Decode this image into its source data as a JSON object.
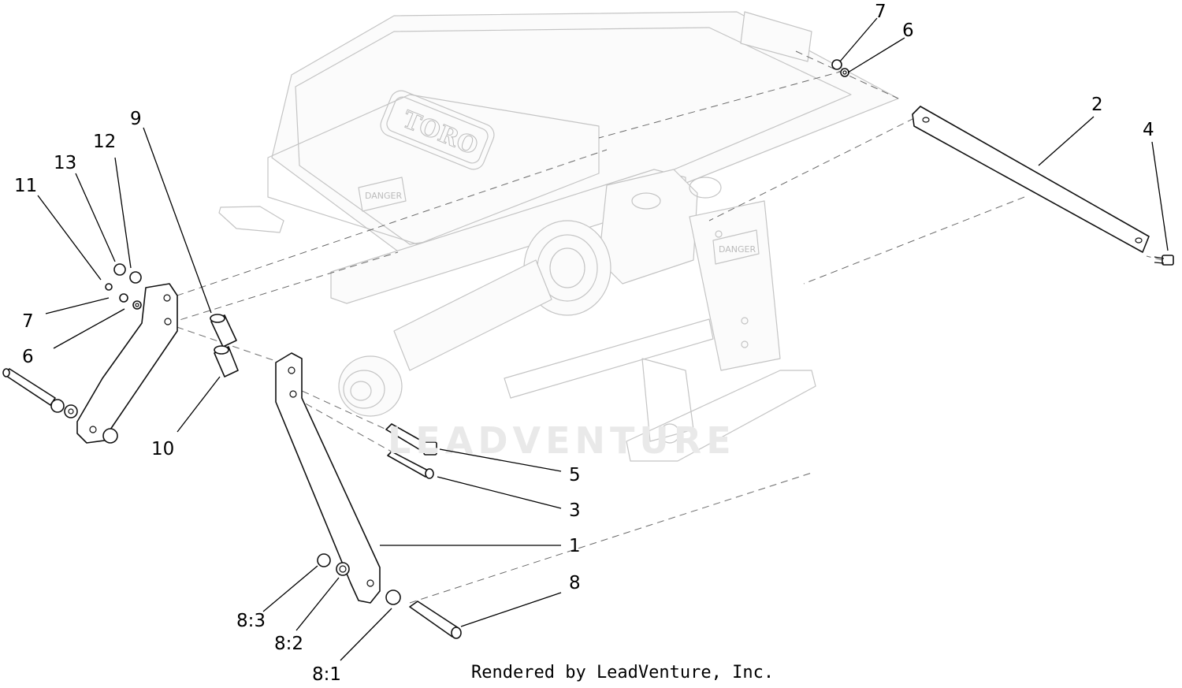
{
  "callouts": [
    {
      "id": "1",
      "label": "1"
    },
    {
      "id": "2",
      "label": "2"
    },
    {
      "id": "3",
      "label": "3"
    },
    {
      "id": "4",
      "label": "4"
    },
    {
      "id": "5",
      "label": "5"
    },
    {
      "id": "6a",
      "label": "6"
    },
    {
      "id": "6b",
      "label": "6"
    },
    {
      "id": "7a",
      "label": "7"
    },
    {
      "id": "7b",
      "label": "7"
    },
    {
      "id": "8",
      "label": "8"
    },
    {
      "id": "8_1",
      "label": "8:1"
    },
    {
      "id": "8_2",
      "label": "8:2"
    },
    {
      "id": "8_3",
      "label": "8:3"
    },
    {
      "id": "9",
      "label": "9"
    },
    {
      "id": "10",
      "label": "10"
    },
    {
      "id": "11",
      "label": "11"
    },
    {
      "id": "12",
      "label": "12"
    },
    {
      "id": "13",
      "label": "13"
    }
  ],
  "footer": {
    "text": "Rendered by LeadVenture, Inc."
  },
  "watermark": {
    "text": "LEADVENTURE"
  },
  "decals": {
    "brand": "TORO",
    "warning": "DANGER"
  }
}
